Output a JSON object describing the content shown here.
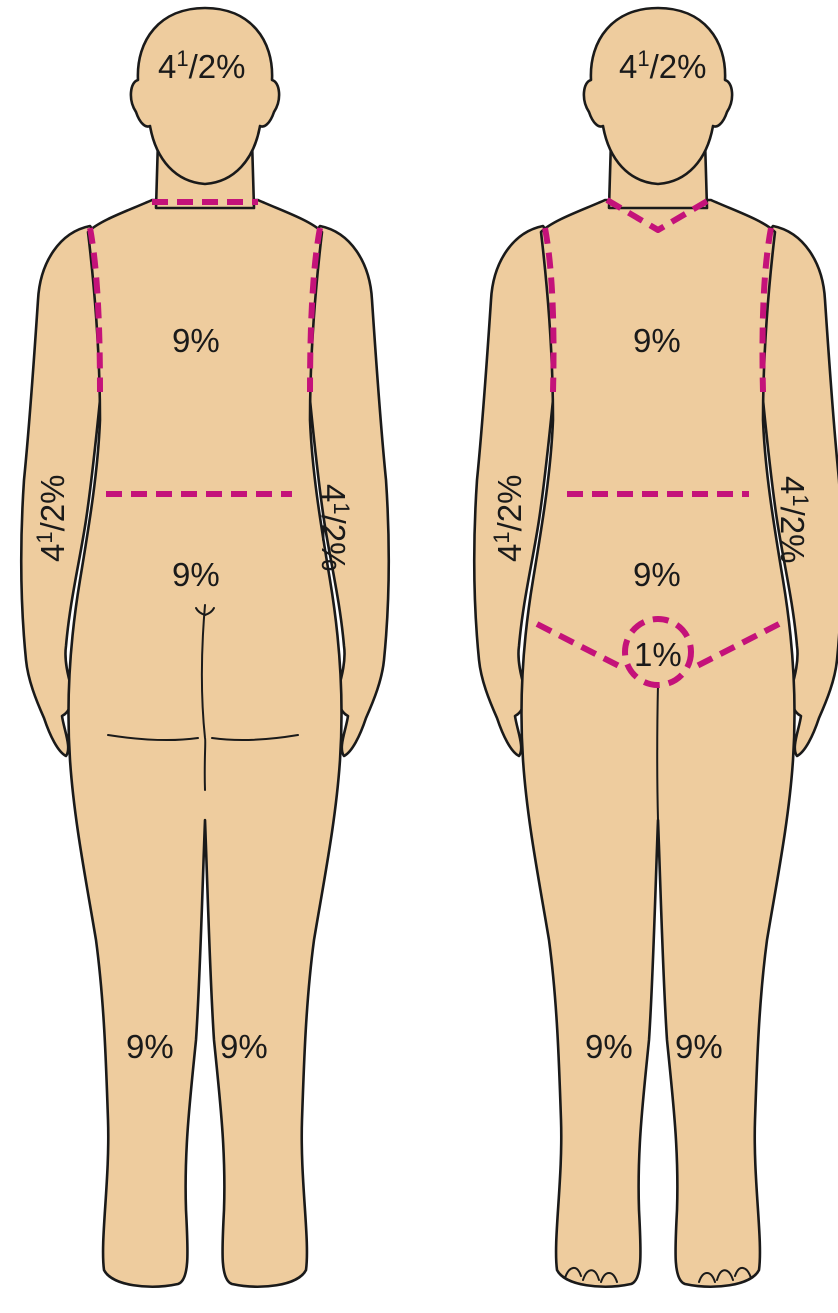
{
  "colors": {
    "skin": "#EECC9E",
    "outline": "#1a1a1a",
    "region_boundary": "#C4127A"
  },
  "figures": [
    {
      "view": "back",
      "labels": {
        "head": {
          "whole": "4",
          "sup": "1",
          "rest": "/2%"
        },
        "torso_upper": "9%",
        "torso_lower": "9%",
        "arm_left": {
          "whole": "4",
          "sup": "1",
          "rest": "/2%"
        },
        "arm_right": {
          "whole": "4",
          "sup": "1",
          "rest": "/2%"
        },
        "leg_left": "9%",
        "leg_right": "9%"
      }
    },
    {
      "view": "front",
      "labels": {
        "head": {
          "whole": "4",
          "sup": "1",
          "rest": "/2%"
        },
        "torso_upper": "9%",
        "torso_lower": "9%",
        "arm_left": {
          "whole": "4",
          "sup": "1",
          "rest": "/2%"
        },
        "arm_right": {
          "whole": "4",
          "sup": "1",
          "rest": "/2%"
        },
        "genitals": "1%",
        "leg_left": "9%",
        "leg_right": "9%"
      }
    }
  ]
}
